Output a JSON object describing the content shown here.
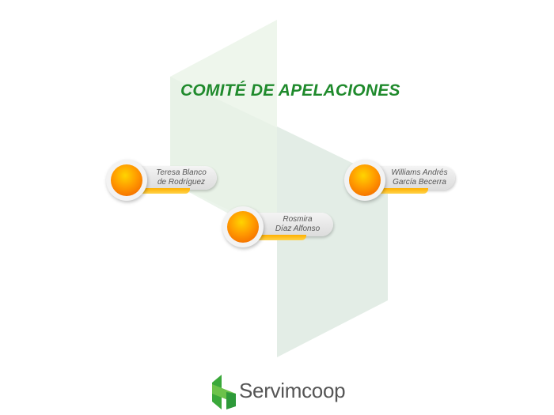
{
  "title": "COMITÉ DE APELACIONES",
  "members": [
    {
      "line1": "Teresa Blanco",
      "line2": "de Rodríguez"
    },
    {
      "line1": "Rosmira",
      "line2": "Díaz Alfonso"
    },
    {
      "line1": "Williams Andrés",
      "line2": "García Becerra"
    }
  ],
  "brand": {
    "name": "Servimcoop",
    "color": "#1f8a2c"
  }
}
